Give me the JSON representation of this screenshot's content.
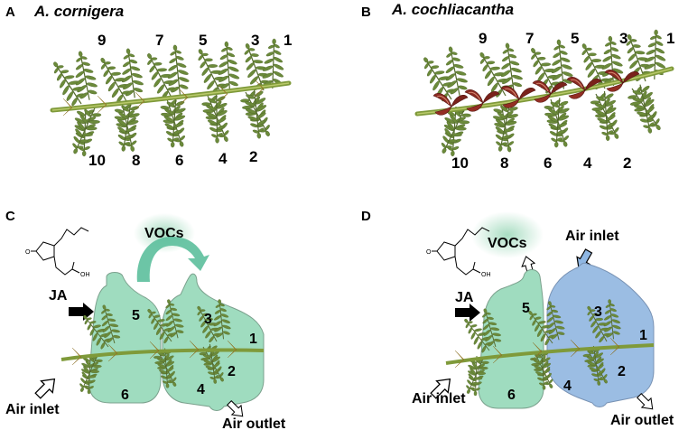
{
  "panels": {
    "A": {
      "letter": "A",
      "species": "A. cornigera",
      "top_labels": [
        "9",
        "7",
        "5",
        "3",
        "1"
      ],
      "bottom_labels": [
        "10",
        "8",
        "6",
        "4",
        "2"
      ]
    },
    "B": {
      "letter": "B",
      "species": "A. cochliacantha",
      "top_labels": [
        "9",
        "7",
        "5",
        "3",
        "1"
      ],
      "bottom_labels": [
        "10",
        "8",
        "6",
        "4",
        "2"
      ]
    },
    "C": {
      "letter": "C",
      "vocs": "VOCs",
      "ja": "JA",
      "air_inlet": "Air inlet",
      "air_outlet": "Air outlet",
      "chamber_labels": [
        "5",
        "6",
        "3",
        "1",
        "2",
        "4"
      ],
      "chem_o": "O",
      "chem_oh": "OH"
    },
    "D": {
      "letter": "D",
      "vocs": "VOCs",
      "ja": "JA",
      "air_inlet_left": "Air inlet",
      "air_inlet_top": "Air inlet",
      "air_outlet": "Air outlet",
      "chamber_labels": [
        "5",
        "6",
        "3",
        "1",
        "2",
        "4"
      ],
      "chem_o": "O",
      "chem_oh": "OH"
    }
  },
  "colors": {
    "leaf": "#5e7a35",
    "stem": "#7f9a3a",
    "chamber_green": "#9fdcbf",
    "chamber_blue": "#9bbde3",
    "thorn_red": "#8a2a22",
    "arrow_teal": "#5cbf9c"
  }
}
